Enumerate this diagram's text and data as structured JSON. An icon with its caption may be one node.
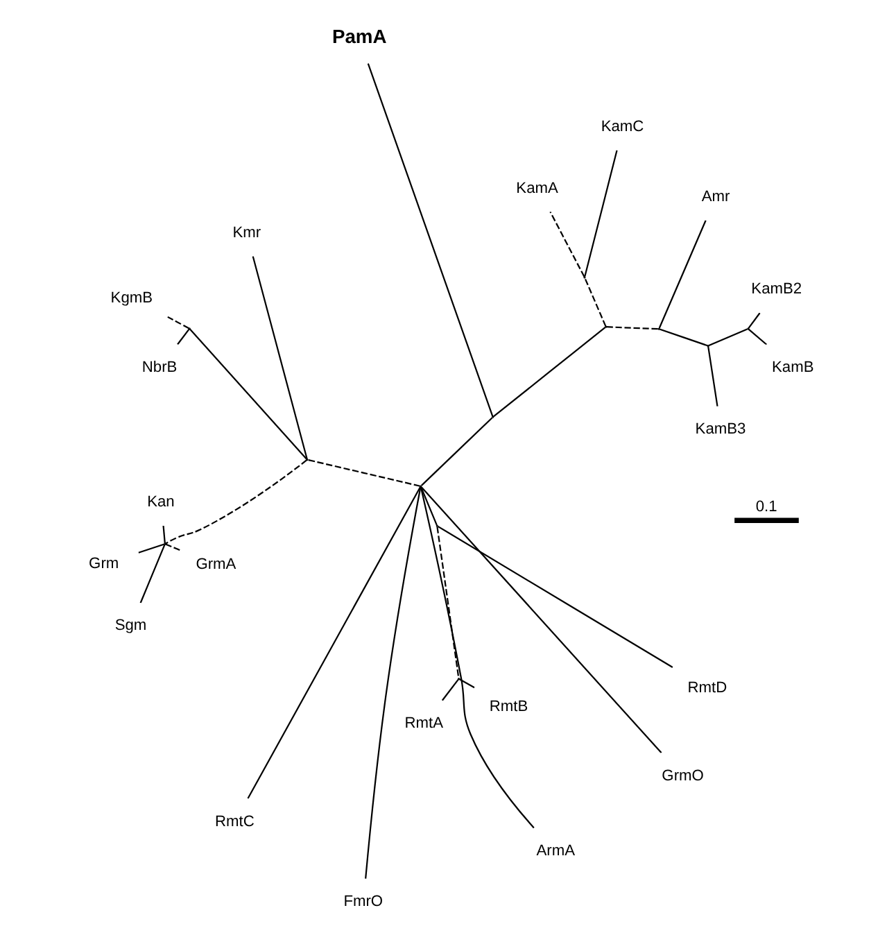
{
  "diagram": {
    "nodes": [
      {
        "text": [
          "PamA"
        ]
      },
      {
        "text": [
          "KamA"
        ]
      },
      {
        "text": [
          "KamC"
        ]
      },
      {
        "text": [
          "Amr"
        ]
      },
      {
        "text": [
          "ArmA"
        ]
      },
      {
        "text": [
          "KamB3"
        ]
      },
      {
        "text": [
          "KamB"
        ]
      },
      {
        "text": [
          "KamB2"
        ]
      },
      {
        "text": [
          "RmtC"
        ]
      },
      {
        "text": [
          "RmtB"
        ]
      },
      {
        "text": [
          "FmrO"
        ]
      },
      {
        "text": [
          "RmtA"
        ]
      },
      {
        "text": [
          "GrmO"
        ]
      },
      {
        "text": [
          "RmtD"
        ]
      },
      {
        "text": [
          "Kmr"
        ]
      },
      {
        "text": [
          "NbrB"
        ]
      },
      {
        "text": [
          "Sgm"
        ]
      },
      {
        "text": [
          "Kan"
        ]
      },
      {
        "text": [
          "Grm"
        ]
      },
      {
        "text": [
          "KgmB"
        ]
      },
      {
        "text": [
          "GrmA"
        ]
      },
      {
        "text": [],
        "shape": "point"
      },
      {
        "text": [],
        "shape": "point"
      },
      {
        "text": [],
        "shape": "point"
      },
      {
        "text": [],
        "shape": "point"
      },
      {
        "text": [],
        "shape": "point"
      },
      {
        "text": [],
        "shape": "point"
      },
      {
        "text": [],
        "shape": "point"
      },
      {
        "text": [],
        "shape": "point"
      },
      {
        "text": [],
        "shape": "point"
      },
      {
        "text": [],
        "shape": "point"
      },
      {
        "text": [],
        "shape": "point"
      },
      {
        "text": [],
        "shape": "point"
      }
    ],
    "edges": [
      {
        "from": 21,
        "to": 22,
        "arrow": "none"
      },
      {
        "from": 22,
        "to": 0,
        "arrow": "none"
      },
      {
        "from": 22,
        "to": 23,
        "arrow": "none"
      },
      {
        "from": 23,
        "to": 24,
        "arrow": "none",
        "style": "dashed"
      },
      {
        "from": 24,
        "to": 1,
        "arrow": "none",
        "style": "dashed"
      },
      {
        "from": 24,
        "to": 2,
        "arrow": "none"
      },
      {
        "from": 23,
        "to": 25,
        "arrow": "none",
        "style": "dashed"
      },
      {
        "from": 25,
        "to": 3,
        "arrow": "none"
      },
      {
        "from": 25,
        "to": 26,
        "arrow": "none"
      },
      {
        "from": 26,
        "to": 5,
        "arrow": "none"
      },
      {
        "from": 26,
        "to": 27,
        "arrow": "none"
      },
      {
        "from": 27,
        "to": 6,
        "arrow": "none"
      },
      {
        "from": 27,
        "to": 7,
        "arrow": "none"
      },
      {
        "from": 21,
        "to": 4,
        "arrow": "none"
      },
      {
        "from": 21,
        "to": 8,
        "arrow": "none"
      },
      {
        "from": 21,
        "to": 28,
        "arrow": "none"
      },
      {
        "from": 28,
        "to": 29,
        "arrow": "none",
        "style": "dashed"
      },
      {
        "from": 29,
        "to": 9,
        "arrow": "none"
      },
      {
        "from": 29,
        "to": 11,
        "arrow": "none"
      },
      {
        "from": 28,
        "to": 13,
        "arrow": "none"
      },
      {
        "from": 21,
        "to": 10,
        "arrow": "none"
      },
      {
        "from": 21,
        "to": 12,
        "arrow": "none"
      },
      {
        "from": 21,
        "to": 30,
        "arrow": "none",
        "style": "dashed"
      },
      {
        "from": 30,
        "to": 14,
        "arrow": "none"
      },
      {
        "from": 30,
        "to": 31,
        "arrow": "none"
      },
      {
        "from": 31,
        "to": 15,
        "arrow": "none"
      },
      {
        "from": 31,
        "to": 19,
        "arrow": "none",
        "style": "dashed"
      },
      {
        "from": 30,
        "to": 32,
        "arrow": "none",
        "style": "dashed"
      },
      {
        "from": 32,
        "to": 17,
        "arrow": "none"
      },
      {
        "from": 32,
        "to": 20,
        "arrow": "none",
        "style": "dashed"
      },
      {
        "from": 32,
        "to": 18,
        "arrow": "none"
      },
      {
        "from": 32,
        "to": 16,
        "arrow": "none"
      }
    ],
    "labels": [
      "0.1"
    ]
  }
}
